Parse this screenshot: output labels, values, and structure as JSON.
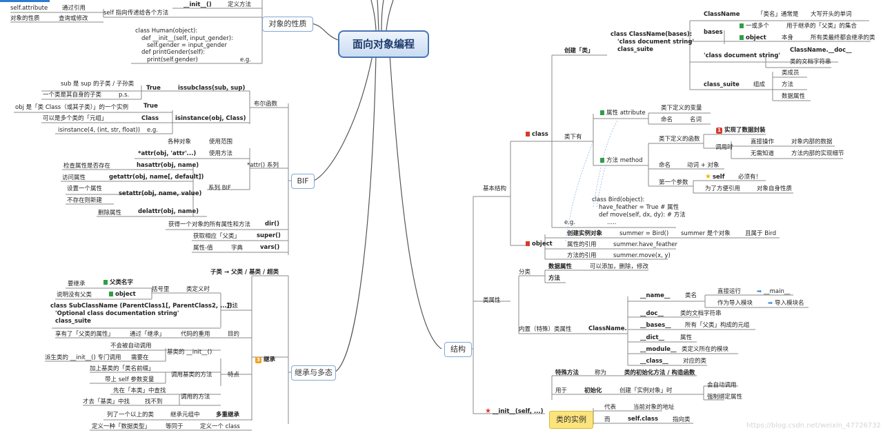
{
  "central": "面向对象编程",
  "watermark": "https://blog.csdn.net/weixin_47726732",
  "left_top": {
    "node": "对象的性质",
    "r1": "self.attribute",
    "r1b": "通过引用",
    "r2": "self 指向传递给各个方法",
    "r2a": "__init__()",
    "r2b": "定义方法",
    "r3": "对象的性质",
    "r3b": "查询或修改",
    "code": [
      "class Human(object):",
      "def __init__(self, input_gender):",
      "self.gender = input_gender",
      "def printGender(self):",
      "print(self.gender)"
    ],
    "eg": "e.g."
  },
  "bif": {
    "node": "BIF",
    "bool_group": "布尔函数",
    "issub_a": "sub 是 sup 的子类 / 子孙类",
    "issub_b": "一个类是其自身的子类",
    "issub_ps": "p.s.",
    "issub_true": "True",
    "issub_fn": "issubclass(sub, sup)",
    "isinst_a": "obj 是「类 Class（或其子类）」的一个实例",
    "isinst_true": "True",
    "isinst_b": "可以是多个类的「元组」",
    "isinst_class": "Class",
    "isinst_fn": "isinstance(obj, Class)",
    "isinst_eg": "isinstance(4, (int, str, float))",
    "isinst_egl": "e.g.",
    "attr_group": "*attr() 系列",
    "attr_h1": "各种对象",
    "attr_h2": "使用范围",
    "attr_fn": "*attr(obj, 'attr'...)",
    "attr_method": "使用方法",
    "has_d": "检查属性是否存在",
    "has_fn": "hasattr(obj, name)",
    "get_d": "访问属性",
    "get_fn": "getattr(obj, name[, default])",
    "set_d1": "设置一个属性",
    "set_d2": "不存在则新建",
    "set_fn": "setattr(obj, name, value)",
    "del_d": "删除属性",
    "del_fn": "delattr(obj, name)",
    "series": "系列 BIF",
    "dir_d": "获得一个对象的所有属性和方法",
    "dir_fn": "dir()",
    "super_d": "获取相应「父类」",
    "super_fn": "super()",
    "vars_d": "属性-值",
    "vars_t": "字典",
    "vars_fn": "vars()"
  },
  "inherit": {
    "node": "继承与多态",
    "title": "子类 → 父类 / 基类 / 超类",
    "need": "要继承",
    "parent_name": "父类名字",
    "noparent": "说明没有父类",
    "object": "object",
    "bracket": "括号里",
    "classdef": "类定义时",
    "code": [
      "class SubClassName (ParentClass1[, ParentClass2, ...]):",
      "'Optional class documentation string'",
      "class_suite"
    ],
    "method": "方法",
    "share": "享有了「父类的属性」",
    "via": "通过「继承」",
    "reuse": "代码的重用",
    "purpose": "目的",
    "no_auto": "不会被自动调用",
    "base_init": "基类的 __init__()",
    "derived": "派生类的 __init__() 专门调用",
    "need2": "需要在",
    "add_prefix": "加上基类的「类名前缀」",
    "with_self": "带上 self 参数变量",
    "call_base": "调用基类的方法",
    "feature": "特点",
    "inherit_label": "继承",
    "first": "先在「本类」中查找",
    "then": "才去「基类」中找",
    "notfound": "找不到",
    "call_method": "调用的方法",
    "multi_a": "列了一个以上的类",
    "multi_b": "继承元组中",
    "multi": "多重继承",
    "define_a": "定义一种「数据类型」",
    "define_b": "等同于",
    "define_c": "定义一个 class"
  },
  "right": {
    "structure": "结构",
    "basic": "基本结构",
    "create": "创建「类」",
    "classdef": [
      "class ClassName(bases):",
      "'class document string'",
      "class_suite"
    ],
    "cn": "ClassName",
    "cn_a": "「类名」通常是",
    "cn_b": "大写开头的单词",
    "bases": "bases",
    "bases_a": "一或多个",
    "bases_b": "用于继承的「父类」的集合",
    "obj": "object",
    "obj_a": "本身",
    "obj_b": "所有类最终都会继承的类",
    "doc": "'class document string'",
    "doc_a": "ClassName.__doc__",
    "doc_b": "类的文档字符串",
    "suite": "class_suite",
    "suite_a": "组成",
    "suite_1": "类成员",
    "suite_2": "方法",
    "suite_3": "数据属性",
    "class": "class",
    "under": "类下有",
    "attr": "属性 attribute",
    "attr_a": "类下定义的变量",
    "attr_b": "命名",
    "attr_c": "名词",
    "meth": "方法 method",
    "meth_a": "类下定义的函数",
    "meth_enc_num": "1",
    "meth_enc": "实现了数据封装",
    "meth_call": "调用时",
    "meth_c1": "直接操作",
    "meth_c1b": "对象内部的数据",
    "meth_c2": "无需知道",
    "meth_c2b": "方法内部的实现细节",
    "meth_name": "命名",
    "meth_name_b": "动词 + 对象",
    "meth_first": "第一个参数",
    "meth_self": "self",
    "meth_must": "必须有！",
    "meth_ref": "为了方便引用",
    "meth_ref_b": "对象自身性质",
    "egcode": [
      "class Bird(object):",
      "have_feather = True # 属性",
      "def move(self, dx, dy): # 方法",
      "....."
    ],
    "eg": "e.g.",
    "objnode": "object",
    "inst": "创建实例对象",
    "inst_a": "summer = Bird()",
    "inst_b": "summer 是个对象",
    "inst_c": "且属于 Bird",
    "ref_attr": "属性的引用",
    "ref_attr_b": "summer.have_feather",
    "ref_meth": "方法的引用",
    "ref_meth_b": "summer.move(x, y)",
    "clsattr": "类属性",
    "cat": "分类",
    "data_attr": "数据属性",
    "data_attr_b": "可以添加，删除，修改",
    "method": "方法",
    "builtin": "内置（特殊）类属性",
    "classname_dot": "ClassName.",
    "name": "__name__",
    "name_a": "类名",
    "name_run": "直接运行",
    "name_run_b": "__main__",
    "name_imp": "作为导入模块",
    "name_imp_b": "导入模块名",
    "doc2": "__doc__",
    "doc2_b": "类的文档字符串",
    "bases2": "__bases__",
    "bases2_b": "所有「父类」构成的元组",
    "dict": "__dict__",
    "dict_b": "属性",
    "module": "__module__",
    "module_b": "类定义所在的模块",
    "clsv": "__class__",
    "clsv_b": "对应的类",
    "init": "__init__(self, ...)",
    "special": "特殊方法",
    "called": "称为",
    "special_b": "类的初始化方法 / 构造函数",
    "usedfor": "用于",
    "initialize": "初始化",
    "create_inst": "创建「实例对象」时",
    "auto": "会自动调用",
    "force": "强制绑定属性",
    "instance": "类的实例",
    "represents": "代表",
    "represents_b": "当前对象的地址",
    "while": "而",
    "selfclass": "self.class",
    "points": "指向类"
  }
}
